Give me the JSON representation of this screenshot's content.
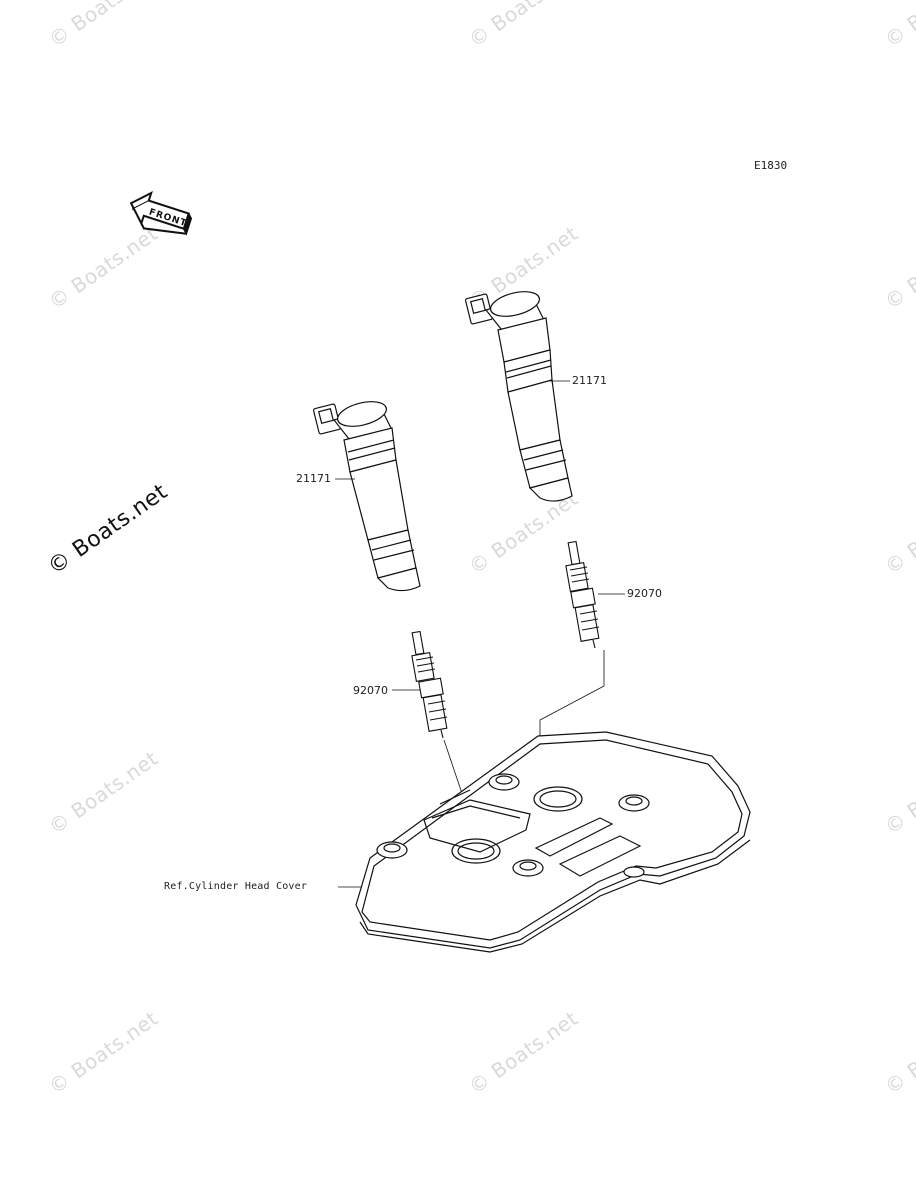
{
  "diagram_code": "E1830",
  "front_label": "FRONT",
  "watermark": "© Boats.net",
  "parts": {
    "coil_left_label": "21171",
    "coil_right_label": "21171",
    "plug_left_label": "92070",
    "plug_right_label": "92070",
    "head_cover_label": "Ref.Cylinder Head Cover"
  }
}
